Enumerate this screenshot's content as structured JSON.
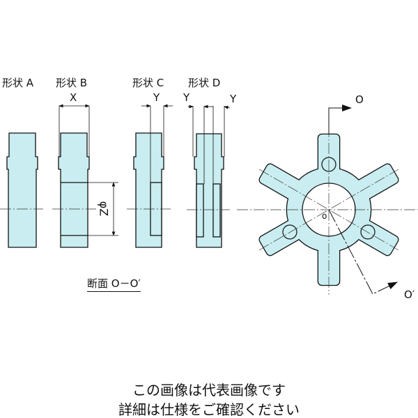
{
  "labels": {
    "shape_a": "形状 A",
    "shape_b": "形状 B",
    "shape_c": "形状 C",
    "shape_d": "形状 D",
    "dim_x": "X",
    "dim_y_c": "Y",
    "dim_y_d_left": "Y",
    "dim_y_d_right": "Y",
    "dim_phi_z": "φZ",
    "center_o": "o",
    "section_top": "O",
    "section_bottom": "O′",
    "section_title": "断面 O－O′"
  },
  "footer": {
    "line1": "この画像は代表画像です",
    "line2": "詳細は仕様をご確認ください"
  },
  "colors": {
    "fill": "#c9edf0",
    "stroke": "#111111",
    "centerline": "#333333"
  }
}
